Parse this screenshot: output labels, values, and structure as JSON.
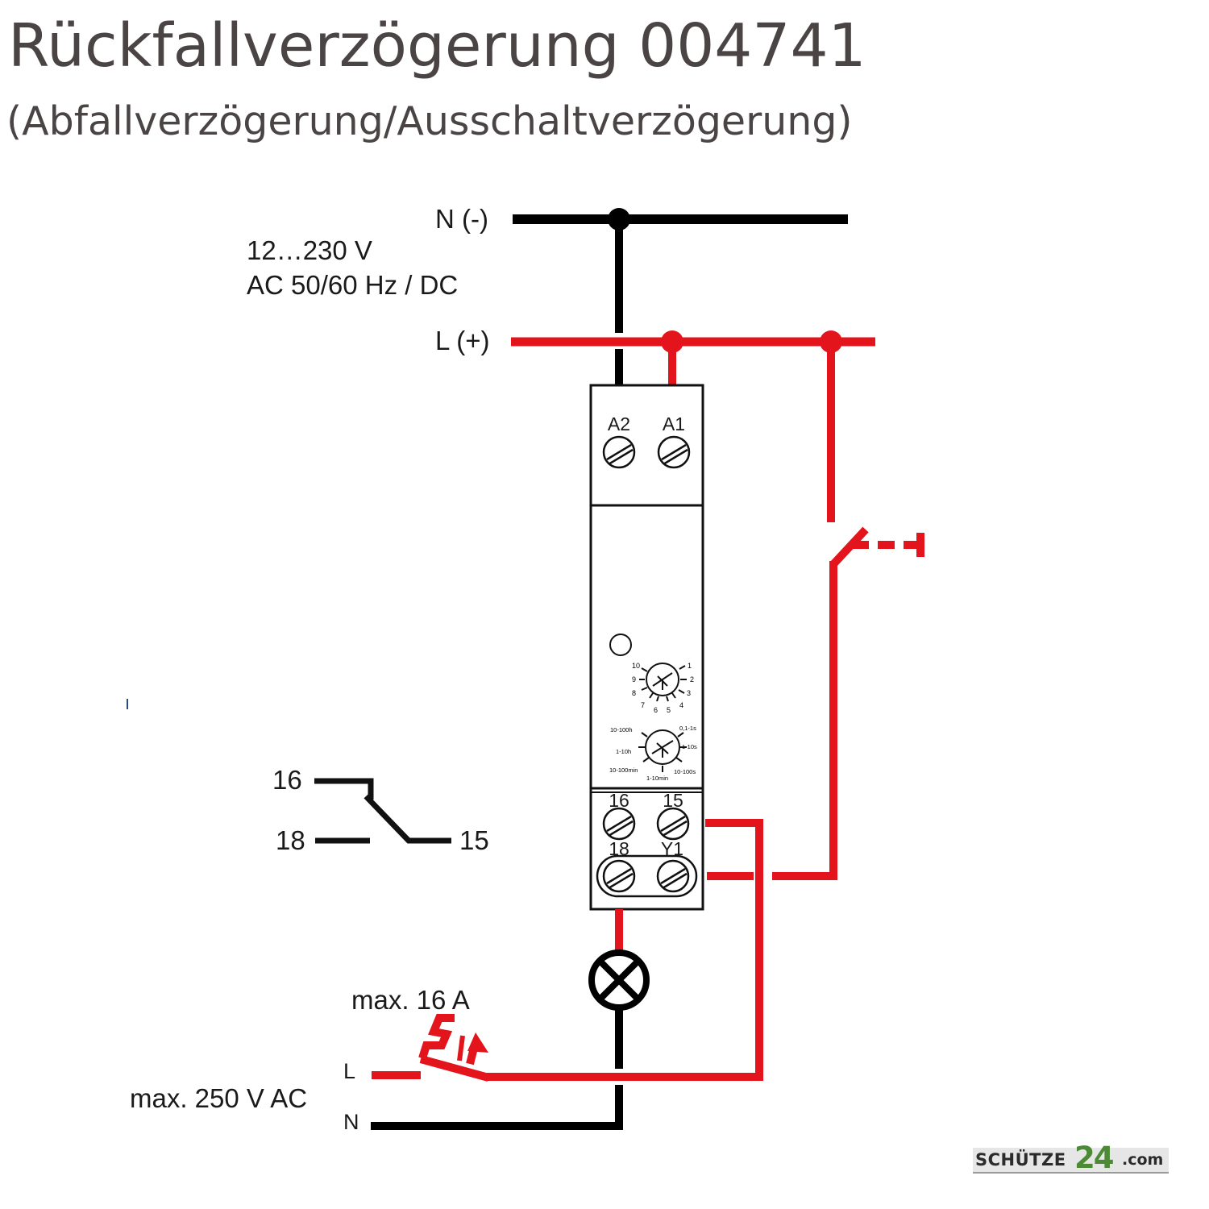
{
  "header": {
    "title": "Rückfallverzögerung 004741",
    "subtitle": "(Abfallverzögerung/Ausschaltverzögerung)"
  },
  "supply": {
    "neutral_label": "N (-)",
    "line_label": "L (+)",
    "voltage": "12…230 V",
    "frequency": "AC 50/60 Hz / DC"
  },
  "relay": {
    "terminals_top": [
      "A2",
      "A1"
    ],
    "terminals_bottom_row1": [
      "16",
      "15"
    ],
    "terminals_bottom_row2": [
      "18",
      "Y1"
    ],
    "time_dial": [
      "10",
      "1",
      "9",
      "2",
      "8",
      "3",
      "7",
      "6",
      "5",
      "4"
    ],
    "range_dial": [
      "10-100h",
      "0,1-1s",
      "1-10s",
      "1-10h",
      "10-100min",
      "1-10min",
      "10-100s"
    ]
  },
  "contact_symbol": {
    "labels": [
      "16",
      "18",
      "15"
    ]
  },
  "load_circuit": {
    "current": "max. 16 A",
    "voltage": "max. 250 V AC",
    "line_label": "L",
    "neutral_label": "N"
  },
  "logo": {
    "brand": "SCHÜTZE",
    "number": "24",
    "tld": ".com"
  },
  "colors": {
    "live": "#e3141b",
    "neutral": "#000000",
    "title": "#4a4544",
    "logo_green": "#4c8a35"
  },
  "icons": [
    "lamp-icon",
    "fuse-icon",
    "switch-icon",
    "screw-terminal-icon",
    "led-indicator-icon",
    "rotary-dial-icon"
  ]
}
